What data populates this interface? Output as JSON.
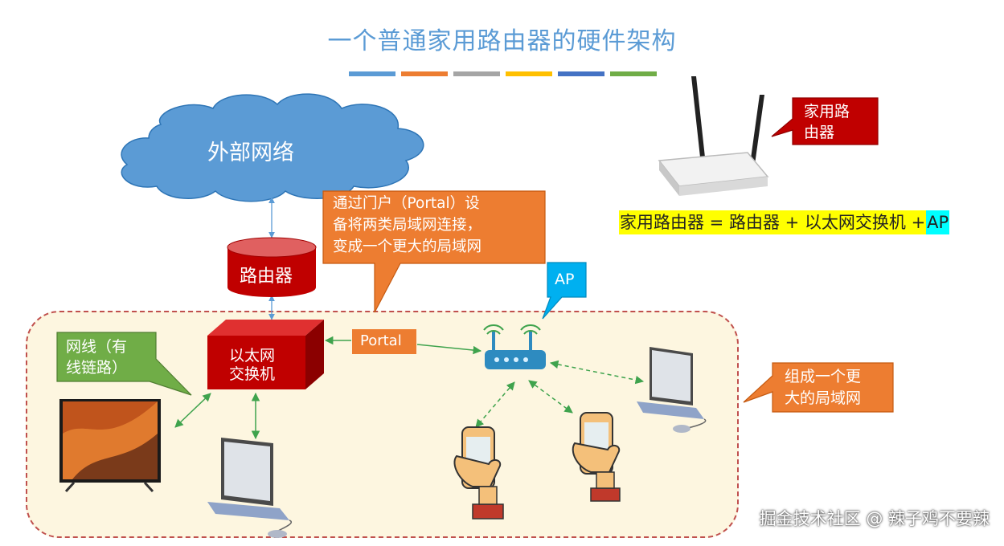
{
  "title": "一个普通家用路由器的硬件架构",
  "colors": {
    "title": "#5b9bd5",
    "cloud": "#5b9bd5",
    "router": "#c00000",
    "switch": "#c00000",
    "callout_orange": "#ed7d31",
    "callout_green": "#70ad47",
    "callout_ap": "#00b0f0",
    "link_green": "#3fa34d",
    "lan_border": "#c0504d"
  },
  "title_bars": [
    "#5b9bd5",
    "#ed7d31",
    "#a5a5a5",
    "#ffc000",
    "#4472c4",
    "#70ad47"
  ],
  "nodes": {
    "cloud": "外部网络",
    "router": "路由器",
    "switch_line1": "以太网",
    "switch_line2": "交换机",
    "portal": "Portal"
  },
  "callouts": {
    "portal": [
      "通过门户（Portal）设",
      "备将两类局域网连接，",
      "变成一个更大的局域网"
    ],
    "ap": "AP",
    "cable": [
      "网线（有",
      "线链路）"
    ],
    "lan": [
      "组成一个更",
      "大的局域网"
    ],
    "home_router": [
      "家用路",
      "由器"
    ]
  },
  "legend": {
    "part1": "家用路由器 = 路由器 + 以太网交换机 + ",
    "part2": "AP"
  },
  "watermark": "掘金技术社区 @ 辣子鸡不要辣"
}
